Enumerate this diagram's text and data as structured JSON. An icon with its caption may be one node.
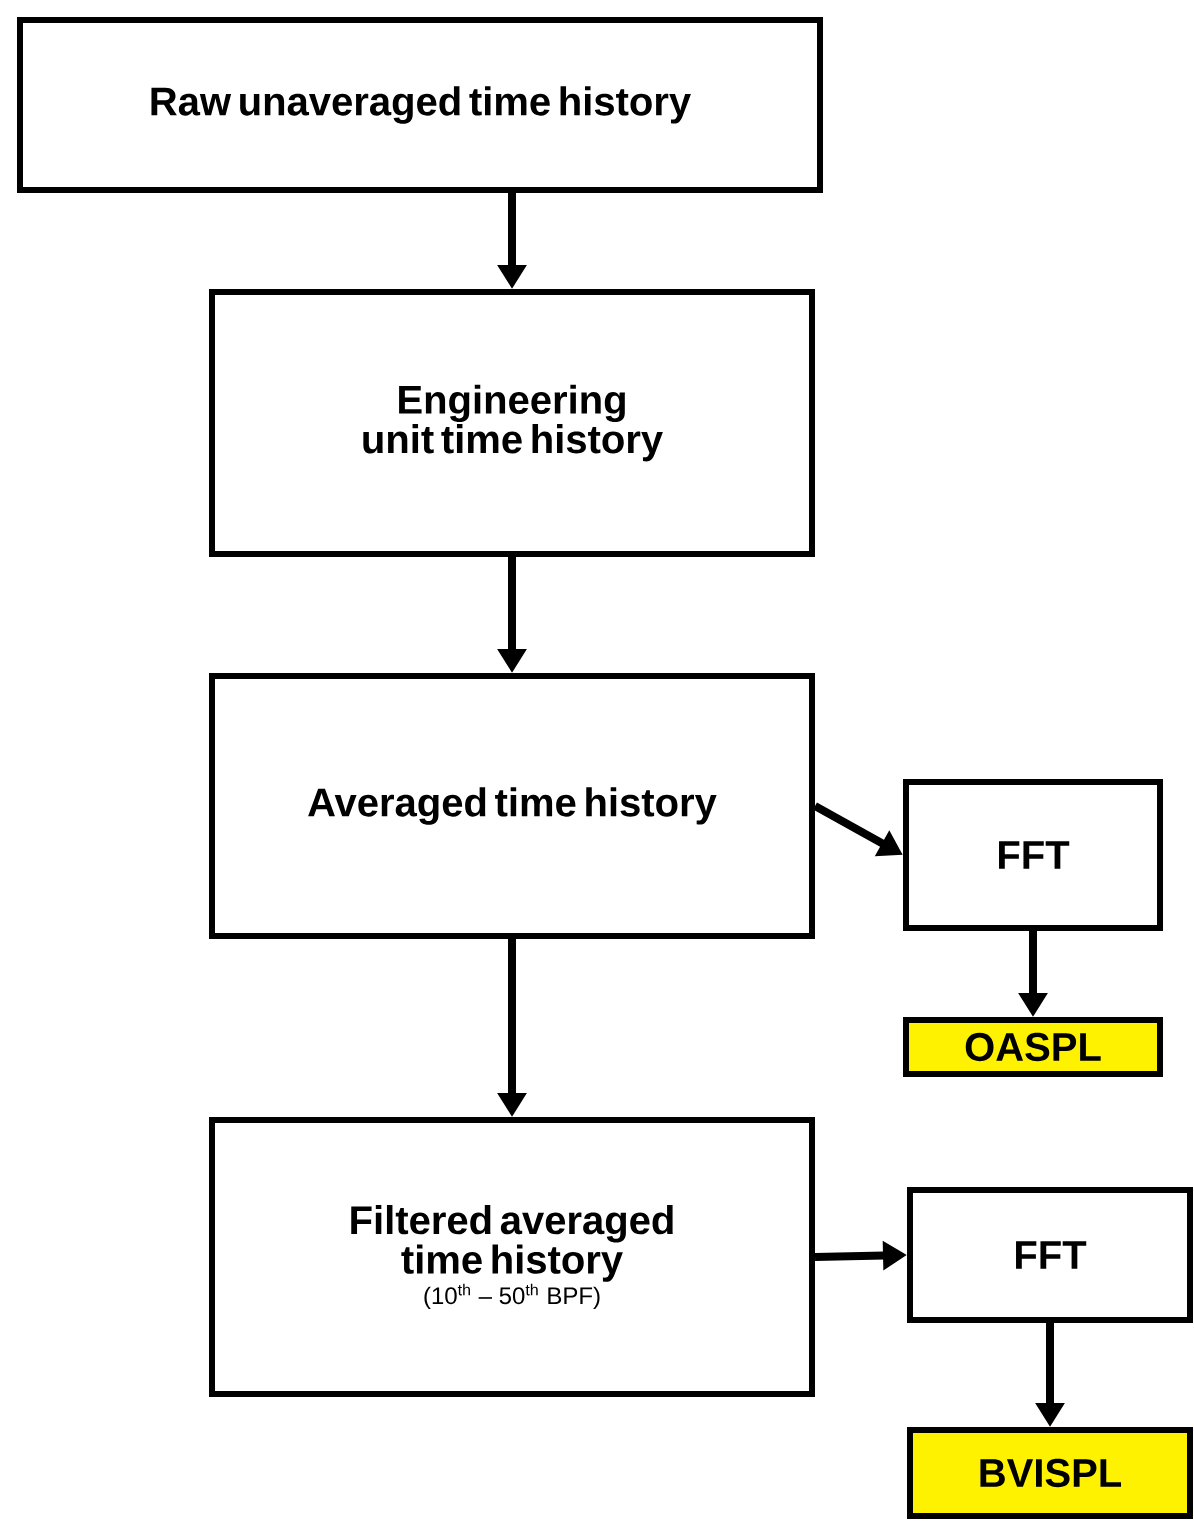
{
  "diagram": {
    "nodes": [
      {
        "text": [
          "Raw unaveraged time history"
        ]
      },
      {
        "text": [
          "Engineering unit time history"
        ]
      },
      {
        "text": [
          "Averaged time history"
        ]
      },
      {
        "text": [
          "FFT"
        ]
      },
      {
        "text": [
          "OASPL"
        ]
      },
      {
        "text": [
          "Filtered averaged time history",
          "(10$^{th}$ – 50$^{th}$ BPF)"
        ]
      },
      {
        "text": [
          "FFT"
        ]
      },
      {
        "text": [
          "BVISPL"
        ]
      }
    ],
    "edges": [
      {
        "from": 0,
        "to": 1,
        "arrow": "to"
      },
      {
        "from": 1,
        "to": 2,
        "arrow": "to"
      },
      {
        "from": 2,
        "to": 3,
        "arrow": "to"
      },
      {
        "from": 3,
        "to": 4,
        "arrow": "to"
      },
      {
        "from": 2,
        "to": 5,
        "arrow": "to"
      },
      {
        "from": 5,
        "to": 6,
        "arrow": "to"
      },
      {
        "from": 6,
        "to": 7,
        "arrow": "to"
      }
    ]
  }
}
